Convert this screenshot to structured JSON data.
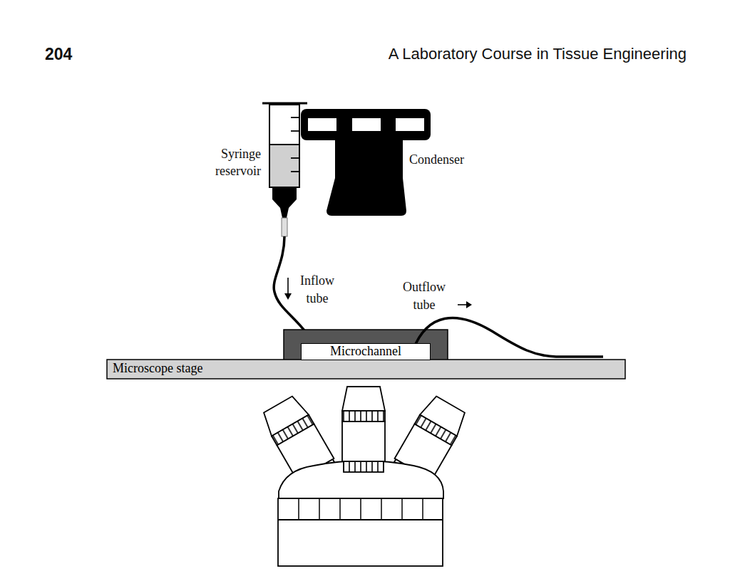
{
  "diagram": {
    "nodes": [
      {
        "text": [
          "Microchannel"
        ]
      },
      {
        "text": [
          "Microscope stage"
        ]
      }
    ],
    "labels": [
      "204",
      "A Laboratory Course in Tissue Engineering",
      "Syringe reservoir",
      "Condenser",
      "Inflow tube",
      "Outflow tube"
    ]
  }
}
